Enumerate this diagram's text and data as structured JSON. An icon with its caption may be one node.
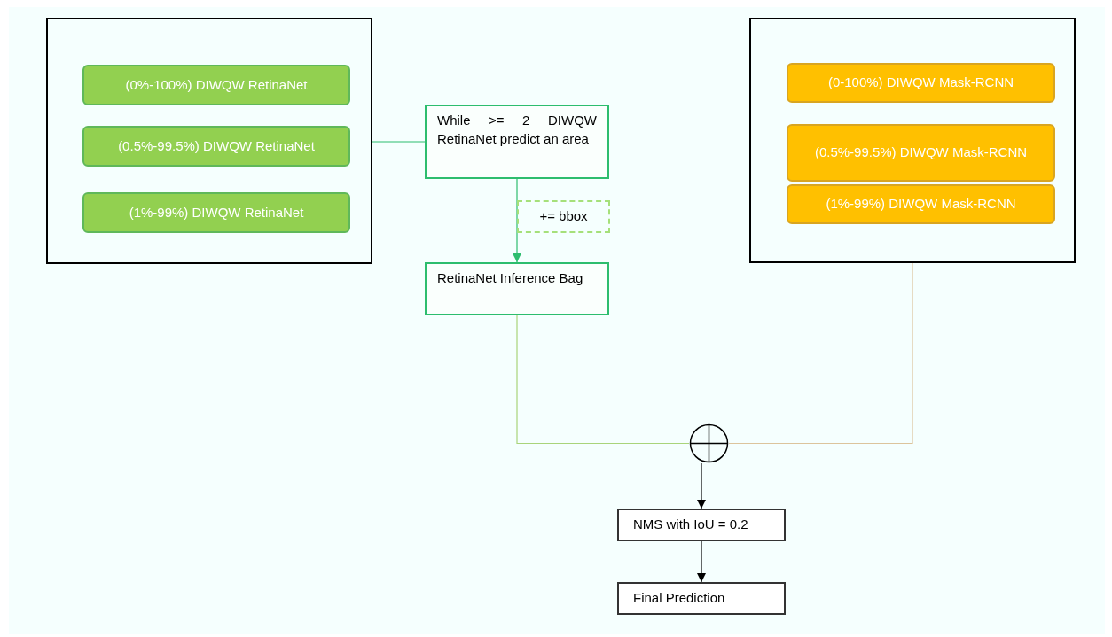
{
  "diagram": {
    "nodes": [
      {
        "text": [],
        "shape": "box"
      },
      {
        "text": [
          "(0%-100%) DIWQW RetinaNet"
        ],
        "in": 0
      },
      {
        "text": [
          "(0.5%-99.5%) DIWQW RetinaNet"
        ],
        "in": 0
      },
      {
        "text": [
          "(1%-99%) DIWQW RetinaNet"
        ],
        "in": 0
      },
      {
        "text": [
          "While >= 2 DIWQW RetinaNet predict an area"
        ]
      },
      {
        "text": [
          "+= bbox"
        ]
      },
      {
        "text": [
          "RetinaNet Inference Bag"
        ]
      },
      {
        "text": [],
        "shape": "box"
      },
      {
        "text": [
          "(0-100%) DIWQW Mask-RCNN"
        ],
        "in": 7
      },
      {
        "text": [
          "(0.5%-99.5%) DIWQW Mask-RCNN"
        ],
        "in": 7
      },
      {
        "text": [
          "(1%-99%) DIWQW Mask-RCNN"
        ],
        "in": 7
      },
      {
        "text": [],
        "shape": "circle"
      },
      {
        "text": [
          "NMS with IoU = 0.2"
        ]
      },
      {
        "text": [
          "Final Prediction"
        ]
      }
    ],
    "edges": [
      {
        "from": 0,
        "to": 4,
        "arrow": "none",
        "color": "#2dbd6e"
      },
      {
        "from": 4,
        "to": 6,
        "arrow": "to",
        "color": "#2dbd6e"
      },
      {
        "from": 6,
        "to": 11,
        "arrow": "none",
        "color": "#a9d47a"
      },
      {
        "from": 7,
        "to": 11,
        "arrow": "none",
        "color": "#dcc49c"
      },
      {
        "from": 11,
        "to": 12,
        "arrow": "to",
        "color": "#000000"
      },
      {
        "from": 12,
        "to": 13,
        "arrow": "to",
        "color": "#000000"
      }
    ]
  }
}
